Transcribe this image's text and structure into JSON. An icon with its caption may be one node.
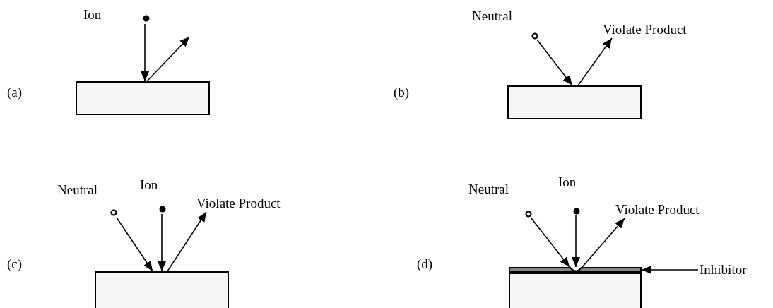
{
  "diagram": {
    "nodes": [
      {
        "text": [
          "Ion"
        ]
      },
      {
        "text": [],
        "shape": "box"
      },
      {
        "text": [
          "Neutral"
        ]
      },
      {
        "text": [
          "Violate Product"
        ]
      },
      {
        "text": [],
        "shape": "box"
      },
      {
        "text": [
          "Neutral"
        ]
      },
      {
        "text": [
          "Ion"
        ]
      },
      {
        "text": [
          "Violate Product"
        ]
      },
      {
        "text": [],
        "shape": "box"
      },
      {
        "text": [
          "Neutral"
        ]
      },
      {
        "text": [
          "Ion"
        ]
      },
      {
        "text": [
          "Violate Product"
        ]
      },
      {
        "text": [],
        "shape": "bar"
      },
      {
        "text": [
          "Inhibitor"
        ]
      },
      {
        "text": [],
        "shape": "box"
      }
    ],
    "edges": [
      {
        "from": 0,
        "to": 1,
        "arrow": "to"
      },
      {
        "from": 1,
        "to": null,
        "arrow": "to"
      },
      {
        "from": 2,
        "to": 4,
        "arrow": "to"
      },
      {
        "from": 4,
        "to": 3,
        "arrow": "to"
      },
      {
        "from": 5,
        "to": 8,
        "arrow": "to"
      },
      {
        "from": 6,
        "to": 8,
        "arrow": "to"
      },
      {
        "from": 8,
        "to": 7,
        "arrow": "to"
      },
      {
        "from": 9,
        "to": 12,
        "arrow": "to"
      },
      {
        "from": 10,
        "to": 12,
        "arrow": "to"
      },
      {
        "from": 12,
        "to": 11,
        "arrow": "to"
      },
      {
        "from": 13,
        "to": 12,
        "arrow": "to"
      }
    ],
    "labels": [
      "(a)",
      "(b)",
      "(c)",
      "(d)"
    ]
  }
}
